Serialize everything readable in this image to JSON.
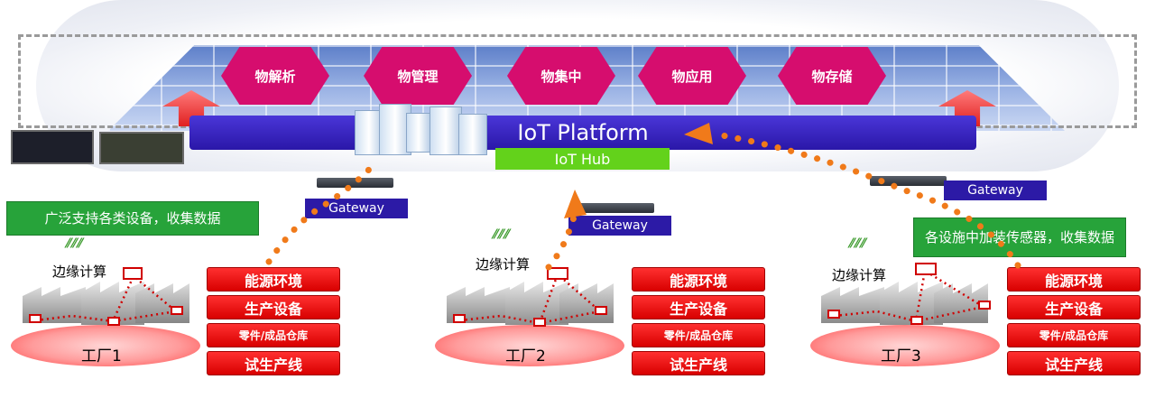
{
  "platform": {
    "hexagons": [
      "物解析",
      "物管理",
      "物集中",
      "物应用",
      "物存储"
    ],
    "title": "IoT Platform",
    "hub": "IoT Hub"
  },
  "gateway_label": "Gateway",
  "notes": {
    "left": "广泛支持各类设备，收集数据",
    "right": "各设施中加装传感器，收集数据"
  },
  "edge_label": "边缘计算",
  "factories": [
    {
      "name": "工厂1",
      "items": [
        "能源环境",
        "生产设备",
        "零件/成品仓库",
        "试生产线"
      ]
    },
    {
      "name": "工厂2",
      "items": [
        "能源环境",
        "生产设备",
        "零件/成品仓库",
        "试生产线"
      ]
    },
    {
      "name": "工厂3",
      "items": [
        "能源环境",
        "生产设备",
        "零件/成品仓库",
        "试生产线"
      ]
    }
  ],
  "colors": {
    "platform": "#2a17a8",
    "hexagon": "#d60d6e",
    "hub": "#63d21b",
    "flow": "#f07a1a",
    "box": "#e00000",
    "note": "#27a33a"
  }
}
